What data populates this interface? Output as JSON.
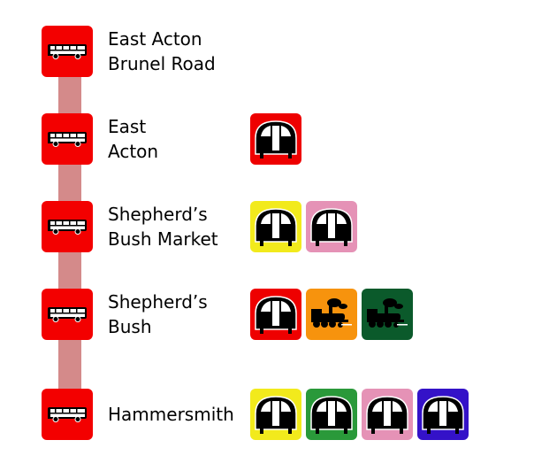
{
  "line_color": "#d48a8a",
  "bus_color": "#f30000",
  "stops": [
    {
      "name_lines": [
        "East Acton",
        "Brunel Road"
      ],
      "routes": []
    },
    {
      "name_lines": [
        "East",
        "Acton"
      ],
      "routes": [
        {
          "icon": "tube-icon",
          "color": "#ee0000"
        }
      ]
    },
    {
      "name_lines": [
        "Shepherd’s",
        "Bush Market"
      ],
      "routes": [
        {
          "icon": "tube-icon",
          "color": "#f2ea1c"
        },
        {
          "icon": "tube-icon",
          "color": "#e592b6"
        }
      ]
    },
    {
      "name_lines": [
        "Shepherd’s",
        "Bush"
      ],
      "routes": [
        {
          "icon": "tube-icon",
          "color": "#ee0000"
        },
        {
          "icon": "train-icon",
          "color": "#f7930d"
        },
        {
          "icon": "train-icon",
          "color": "#0b5a2b"
        }
      ]
    },
    {
      "name_lines": [
        "Hammersmith"
      ],
      "routes": [
        {
          "icon": "tube-icon",
          "color": "#f2ea1c"
        },
        {
          "icon": "tube-icon",
          "color": "#2a993a"
        },
        {
          "icon": "tube-icon",
          "color": "#e592b6"
        },
        {
          "icon": "tube-icon",
          "color": "#3412c8"
        }
      ]
    }
  ]
}
